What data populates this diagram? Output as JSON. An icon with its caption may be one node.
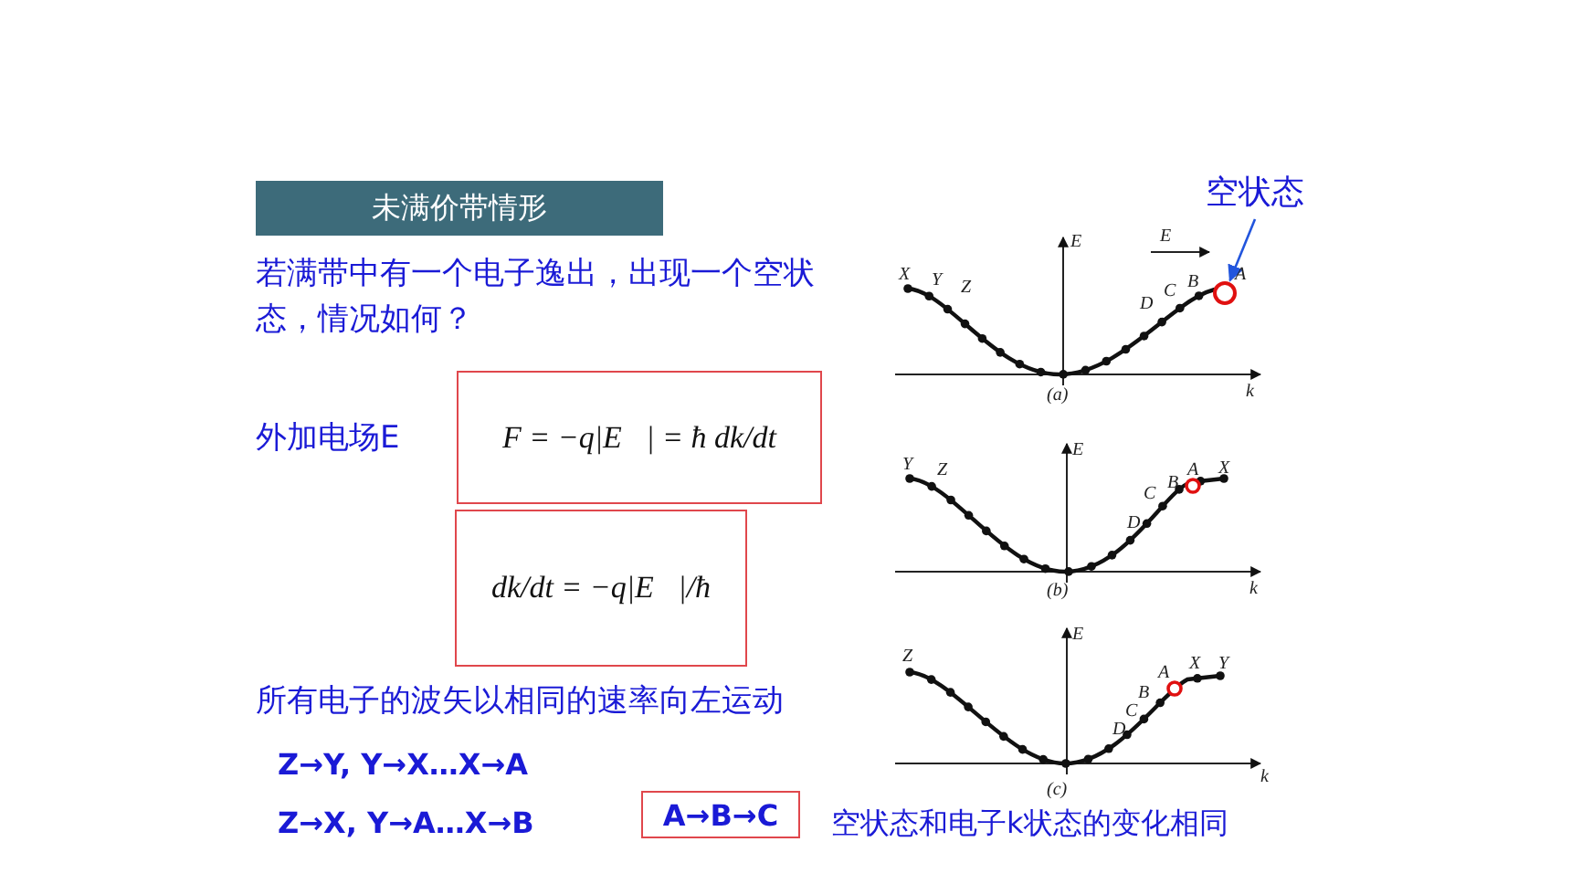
{
  "diagram": {
    "nodes": [
      {
        "text": [
          "未满价带情形"
        ]
      },
      {
        "text": [
          "F = −q|E⃗| = ħ dk/dt"
        ]
      },
      {
        "text": [
          "dk/dt = −q|E⃗|/ħ"
        ]
      },
      {
        "text": [
          "A→B→C"
        ]
      },
      {
        "text": [
          "空状态"
        ]
      },
      {
        "text": [],
        "shape": "circle"
      }
    ],
    "edges": [
      {
        "from": 4,
        "to": 5,
        "arrow": "to"
      }
    ],
    "labels": [
      "若满带中有一个电子逸出，出现一个空状态，情况如何？",
      "外加电场E",
      "所有电子的波矢以相同的速率向左运动",
      "Z→Y, Y→X…X→A",
      "Z→X, Y→A…X→B",
      "空状态和电子k状态的变化相同",
      "E",
      "E",
      "X",
      "Y",
      "Z",
      "D",
      "C",
      "B",
      "A",
      "k",
      "(a)",
      "E",
      "Y",
      "Z",
      "D",
      "C",
      "B",
      "A",
      "X",
      "k",
      "(b)",
      "E",
      "Z",
      "D",
      "C",
      "B",
      "A",
      "X",
      "Y",
      "k",
      "(c)"
    ]
  }
}
